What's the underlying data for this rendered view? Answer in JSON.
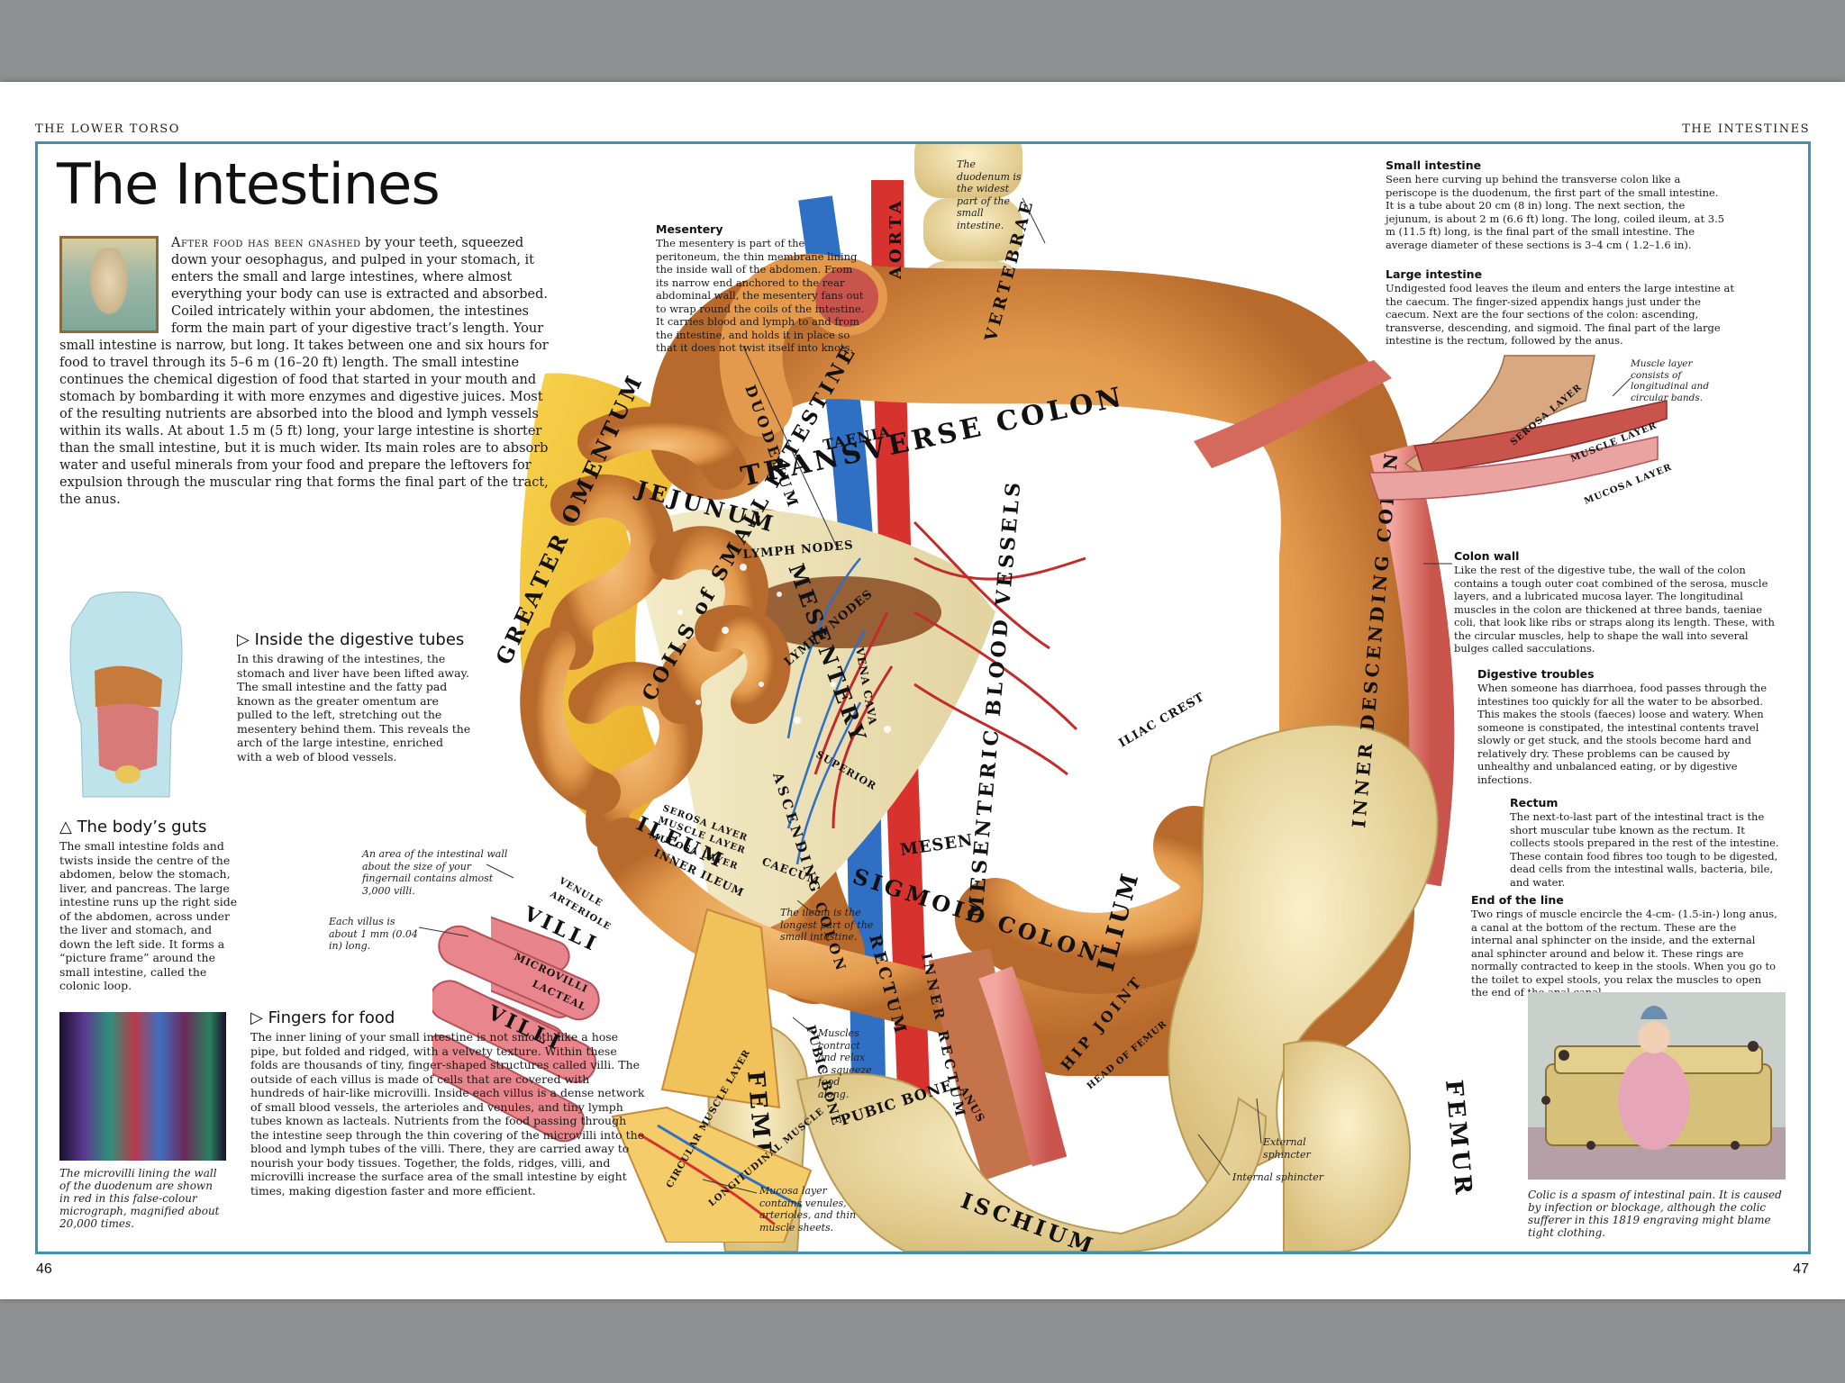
{
  "running_heads": {
    "left": "THE LOWER TORSO",
    "right": "THE INTESTINES"
  },
  "page_numbers": {
    "left": "46",
    "right": "47"
  },
  "title": "The Intestines",
  "intro": {
    "lead_in": "After food has been gnashed",
    "text": " by your teeth, squeezed down your oesophagus, and pulped in your stomach, it enters the small and large intestines, where almost everything your body can use is extracted and absorbed. Coiled intricately within your abdomen, the intestines form the main part of your digestive tract’s length. Your small intestine is narrow, but long. It takes between one and six hours for food to travel through its 5–6 m (16–20 ft) length. The small intestine continues the chemical digestion of food that started in your mouth and stomach by bombarding it with more enzymes and digestive juices. Most of the resulting nutrients are absorbed into the blood and lymph vessels within its walls. At about 1.5 m (5 ft) long, your large intestine is shorter than the small intestine, but it is much wider. Its main roles are to absorb water and useful minerals from your food and prepare the leftovers for expulsion through the muscular ring that forms the final part of the tract, the anus."
  },
  "inside_tubes": {
    "heading": "▷ Inside the digestive tubes",
    "text": "In this drawing of the intestines, the stomach and liver have been lifted away. The small intestine and the fatty pad known as the greater omentum are pulled to the left, stretching out the mesentery behind them. This reveals the arch of the large intestine, enriched with a web of blood vessels."
  },
  "bodys_guts": {
    "heading": "△ The body’s guts",
    "text": "The small intestine folds and twists inside the centre of the abdomen, below the stomach, liver, and pancreas. The large intestine runs up the right side of the abdomen, across under the liver and stomach, and down the left side. It forms a “picture frame” around the small intestine, called the colonic loop."
  },
  "micrograph_caption": "The microvilli lining the wall of the duodenum are shown in red in this false-colour micrograph, magnified about 20,000 times.",
  "fingers_for_food": {
    "heading": "▷ Fingers for food",
    "text": "The inner lining of your small intestine is not smooth like a hose pipe, but folded and ridged, with a velvety texture. Within these folds are thousands of tiny, finger-shaped structures called villi. The outside of each villus is made of cells that are covered with hundreds of hair-like microvilli. Inside each villus is a dense network of small blood vessels, the arterioles and venules, and tiny lymph tubes known as lacteals. Nutrients from the food passing through the intestine seep through the thin covering of the microvilli into the blood and lymph tubes of the villi. There, they are carried away to nourish your body tissues. Together, the folds, ridges, villi, and microvilli increase the surface area of the small intestine by eight times, making digestion faster and more efficient."
  },
  "mesentery": {
    "heading": "Mesentery",
    "text": "The mesentery is part of the peritoneum, the thin membrane lining the inside wall of the abdomen. From its narrow end anchored to the rear abdominal wall, the mesentery fans out to wrap round the coils of the intestine. It carries blood and lymph to and from the intestine, and holds it in place so that it does not twist itself into knots."
  },
  "duodenum_note": "The duodenum is the widest part of the small intestine.",
  "small_intestine": {
    "heading": "Small intestine",
    "text": "Seen here curving up behind the transverse colon like a periscope is the duodenum, the first part of the small intestine. It is a tube about 20 cm (8 in) long. The next section, the jejunum, is about 2 m (6.6 ft) long. The long, coiled ileum, at 3.5 m (11.5 ft) long, is the final part of the small intestine. The average diameter of these sections is 3–4 cm ( 1.2–1.6 in)."
  },
  "large_intestine": {
    "heading": "Large intestine",
    "text": "Undigested food leaves the ileum and enters the large intestine at the caecum. The finger-sized appendix hangs just under the caecum. Next are the four sections of the colon: ascending, transverse, descending, and sigmoid. The final part of the large intestine is the rectum, followed by the anus."
  },
  "muscle_note": "Muscle layer consists of longitudinal and circular bands.",
  "colon_wall": {
    "heading": "Colon wall",
    "text": "Like the rest of the digestive tube, the wall of the colon contains a tough outer coat combined of the serosa, muscle layers, and a lubricated mucosa layer. The longitudinal muscles in the colon are thickened at three bands, taeniae coli, that look like ribs or straps along its length. These, with the circular muscles, help to shape the wall into several bulges called sacculations."
  },
  "digestive_troubles": {
    "heading": "Digestive troubles",
    "text": "When someone has diarrhoea, food passes through the intestines too quickly for all the water to be absorbed. This makes the stools (faeces) loose and watery. When someone is constipated, the intestinal contents travel slowly or get stuck, and the stools become hard and relatively dry. These problems can be caused by unhealthy and unbalanced eating, or by digestive infections."
  },
  "rectum": {
    "heading": "Rectum",
    "text": "The next-to-last part of the intestinal tract is the short muscular tube known as the rectum. It collects stools prepared in the rest of the intestine. These contain food fibres too tough to be digested, dead cells from the intestinal walls, bacteria, bile, and water."
  },
  "end_of_line": {
    "heading": "End of the line",
    "text": "Two rings of muscle encircle the 4-cm- (1.5-in-) long anus, a canal at the bottom of the rectum. These are the internal anal sphincter on the inside, and the external anal sphincter around and below it. These rings are normally contracted to keep in the stools. When you go to the toilet to expel stools, you relax the muscles to open the end of the anal canal."
  },
  "colic_caption": "Colic is a spasm of intestinal pain. It is caused by infection or blockage, although the colic sufferer in this 1819 engraving might blame tight clothing.",
  "villi_notes": {
    "area": "An area of the intestinal wall about the size of your fingernail contains almost 3,000 villi.",
    "villus": "Each villus is about 1 mm (0.04 in) long.",
    "ileum": "The ileum is the longest part of the small intestine.",
    "muscles": "Muscles contract and relax to squeeze food along.",
    "mucosa": "Mucosa layer contains venules, arterioles, and thin muscle sheets.",
    "external": "External sphincter",
    "internal": "Internal sphincter"
  },
  "art_labels": {
    "greater_omentum": "GREATER OMENTUM",
    "jejunum": "JEJUNUM",
    "coils": "COILS of SMALL INTESTINE",
    "mesentery": "MESENTERY",
    "ileum": "ILEUM",
    "transverse_colon": "TRANSVERSE COLON",
    "taenia": "TAENIA",
    "duodenum": "DUODENUM",
    "aorta": "AORTA",
    "vertebrae": "VERTEBRAE",
    "lymph_nodes": "LYMPH NODES",
    "lymph_nodes2": "LYMPH NODES",
    "mesenteric_blood_vessels": "MESENTERIC BLOOD VESSELS",
    "inner_descending_colon": "INNER DESCENDING COLON",
    "ascending_colon": "ASCENDING COLON",
    "caecum": "CAECUM",
    "sigmoid_colon": "SIGMOID COLON",
    "rectum": "RECTUM",
    "inner_rectum": "INNER RECTUM",
    "anus": "ANUS",
    "ilium": "ILIUM",
    "iliac_crest": "ILIAC CREST",
    "hip_joint": "HIP JOINT",
    "head_of_femur": "HEAD OF FEMUR",
    "femur_left": "FEMUR",
    "femur_right": "FEMUR",
    "pubic_bone": "PUBIC BONE",
    "pubic_bone2": "PUBIC BONE",
    "ischium": "ISCHIUM",
    "vena_cava": "VENA CAVA",
    "superior": "SUPERIOR",
    "villi": "VILLI",
    "villi2": "VILLI",
    "microvilli": "MICROVILLI",
    "lacteal": "LACTEAL",
    "venule": "VENULE",
    "arteriole": "ARTERIOLE",
    "circular_muscle": "CIRCULAR MUSCLE LAYER",
    "longitudinal_muscle": "LONGITUDINAL MUSCLE",
    "serosa_layer": "SEROSA LAYER",
    "muscle_layer": "MUSCLE LAYER",
    "mucosa_layer": "MUCOSA LAYER",
    "inner_ileum": "INNER ILEUM",
    "serosa_layer2": "SEROSA LAYER",
    "muscle_layer2": "MUSCLE LAYER",
    "mucosa_layer2": "MUCOSA LAYER",
    "mesenteric_short": "MESEN"
  },
  "colors": {
    "frame": "#3a93b4",
    "page_bg": "#ffffff",
    "outer_bg": "#8e8f91",
    "intestine": "#e6a55c",
    "bone": "#efdca3",
    "artery": "#d8322f",
    "vein": "#2f6fc4"
  }
}
